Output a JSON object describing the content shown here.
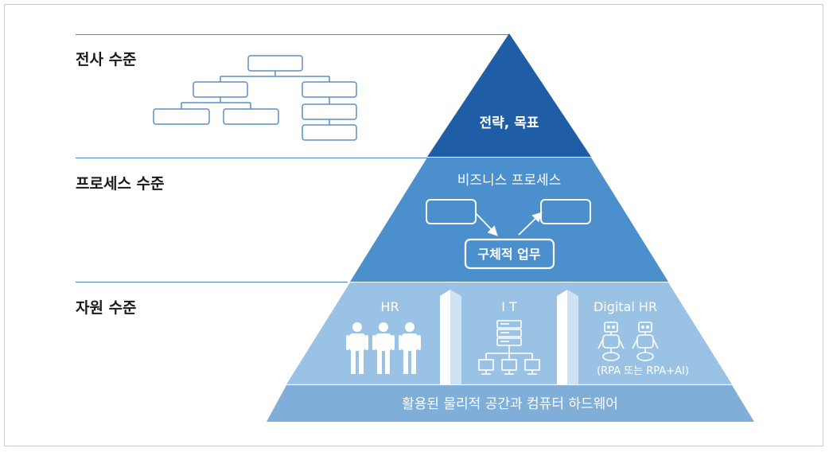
{
  "levels": {
    "enterprise": "전사 수준",
    "process": "프로세스 수준",
    "resource": "자원 수준"
  },
  "pyramid": {
    "top_label": "전략, 목표",
    "middle_title": "비즈니스 프로세스",
    "middle_task": "구체적 업무",
    "resource_hr": "HR",
    "resource_it": "I T",
    "resource_digital": "Digital HR",
    "resource_digital_note": "(RPA 또는 RPA+AI)",
    "base_label": "활용된 물리적 공간과 컴퓨터 하드웨어"
  },
  "colors": {
    "top": "#1f5da6",
    "middle": "#4b90cd",
    "bottom": "#9ac2e4",
    "base": "#7faed9",
    "line": "#4a86c5",
    "org_box": "#5b8fc8"
  }
}
